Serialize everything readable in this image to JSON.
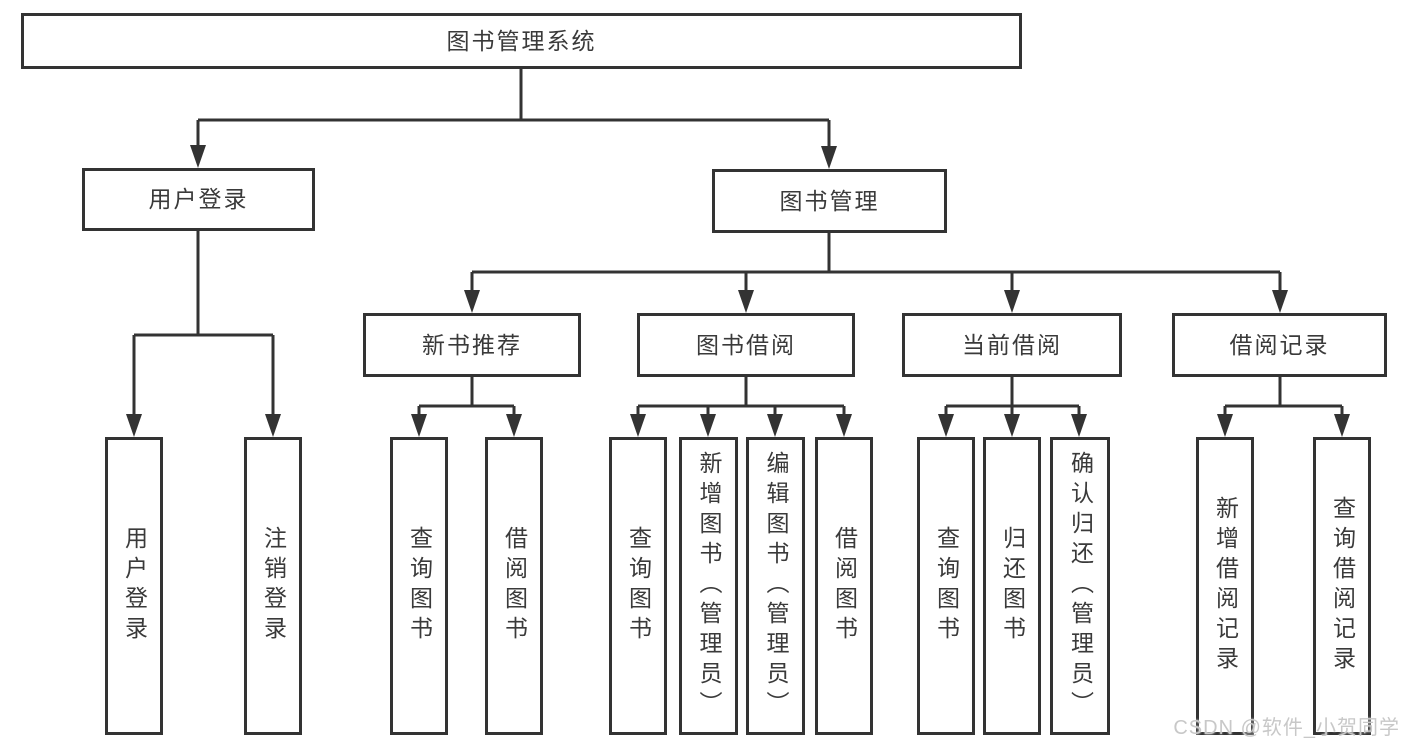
{
  "colors": {
    "line": "#333333",
    "text": "#3a3a3a",
    "box_background": "#ffffff",
    "watermark": "#c8c8c8"
  },
  "diagram": {
    "root": {
      "label": "图书管理系统"
    },
    "branches": [
      {
        "label": "用户登录",
        "children": [
          {
            "label": "用户登录"
          },
          {
            "label": "注销登录"
          }
        ]
      },
      {
        "label": "图书管理",
        "children": [
          {
            "label": "新书推荐",
            "children": [
              {
                "label": "查询图书"
              },
              {
                "label": "借阅图书"
              }
            ]
          },
          {
            "label": "图书借阅",
            "children": [
              {
                "label": "查询图书"
              },
              {
                "label": "新增图书（管理员）"
              },
              {
                "label": "编辑图书（管理员）"
              },
              {
                "label": "借阅图书"
              }
            ]
          },
          {
            "label": "当前借阅",
            "children": [
              {
                "label": "查询图书"
              },
              {
                "label": "归还图书"
              },
              {
                "label": "确认归还（管理员）"
              }
            ]
          },
          {
            "label": "借阅记录",
            "children": [
              {
                "label": "新增借阅记录"
              },
              {
                "label": "查询借阅记录"
              }
            ]
          }
        ]
      }
    ]
  },
  "watermark": {
    "text": "CSDN @软件_小贺同学"
  }
}
